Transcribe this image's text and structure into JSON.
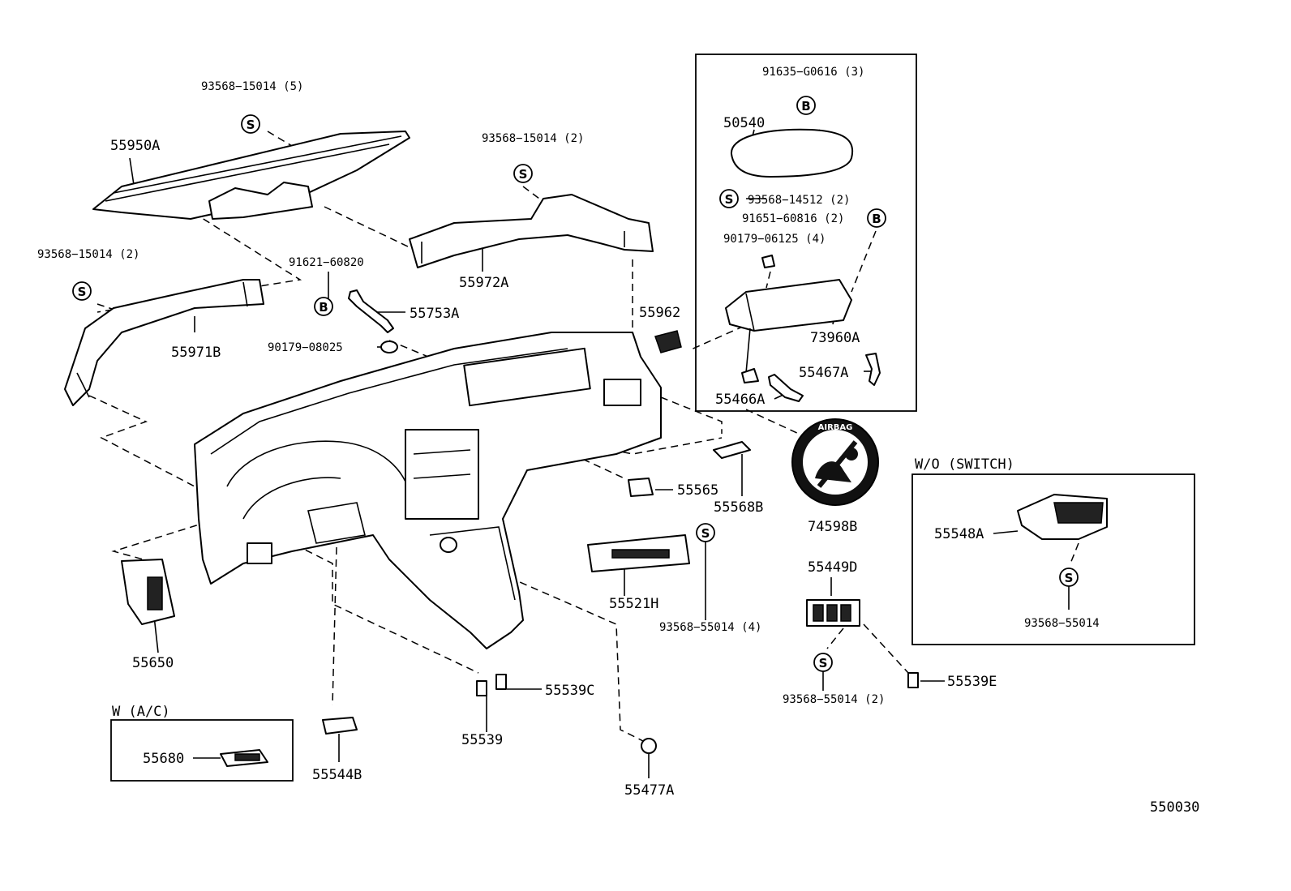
{
  "diagram": {
    "drawing_number": "550030",
    "symbols": {
      "screw": "S",
      "bolt": "B"
    },
    "badge_text": "AIRBAG",
    "groups": {
      "w_ac": "W (A/C)",
      "wo_switch": "W/O (SWITCH)"
    },
    "parts": {
      "p55950A": "55950A",
      "p93568_15014_5": "93568−15014 (5)",
      "p93568_15014_2a": "93568−15014 (2)",
      "p55972A": "55972A",
      "p93568_15014_2b": "93568−15014 (2)",
      "p55971B": "55971B",
      "p91621_60820": "91621−60820",
      "p55753A": "55753A",
      "p90179_08025": "90179−08025",
      "p91635_G0616": "91635−G0616 (3)",
      "p50540": "50540",
      "p93568_14512": "93568−14512 (2)",
      "p91651_60816": "91651−60816 (2)",
      "p90179_06125": "90179−06125 (4)",
      "p55962": "55962",
      "p73960A": "73960A",
      "p55467A": "55467A",
      "p55466A": "55466A",
      "p74598B": "74598B",
      "p55565": "55565",
      "p55568B": "55568B",
      "p55521H": "55521H",
      "p93568_55014_4": "93568−55014 (4)",
      "p55449D": "55449D",
      "p93568_55014_2": "93568−55014 (2)",
      "p55539E": "55539E",
      "p55548A": "55548A",
      "p93568_55014": "93568−55014",
      "p55650": "55650",
      "p55539C": "55539C",
      "p55539": "55539",
      "p55680": "55680",
      "p55544B": "55544B",
      "p55477A": "55477A"
    }
  }
}
